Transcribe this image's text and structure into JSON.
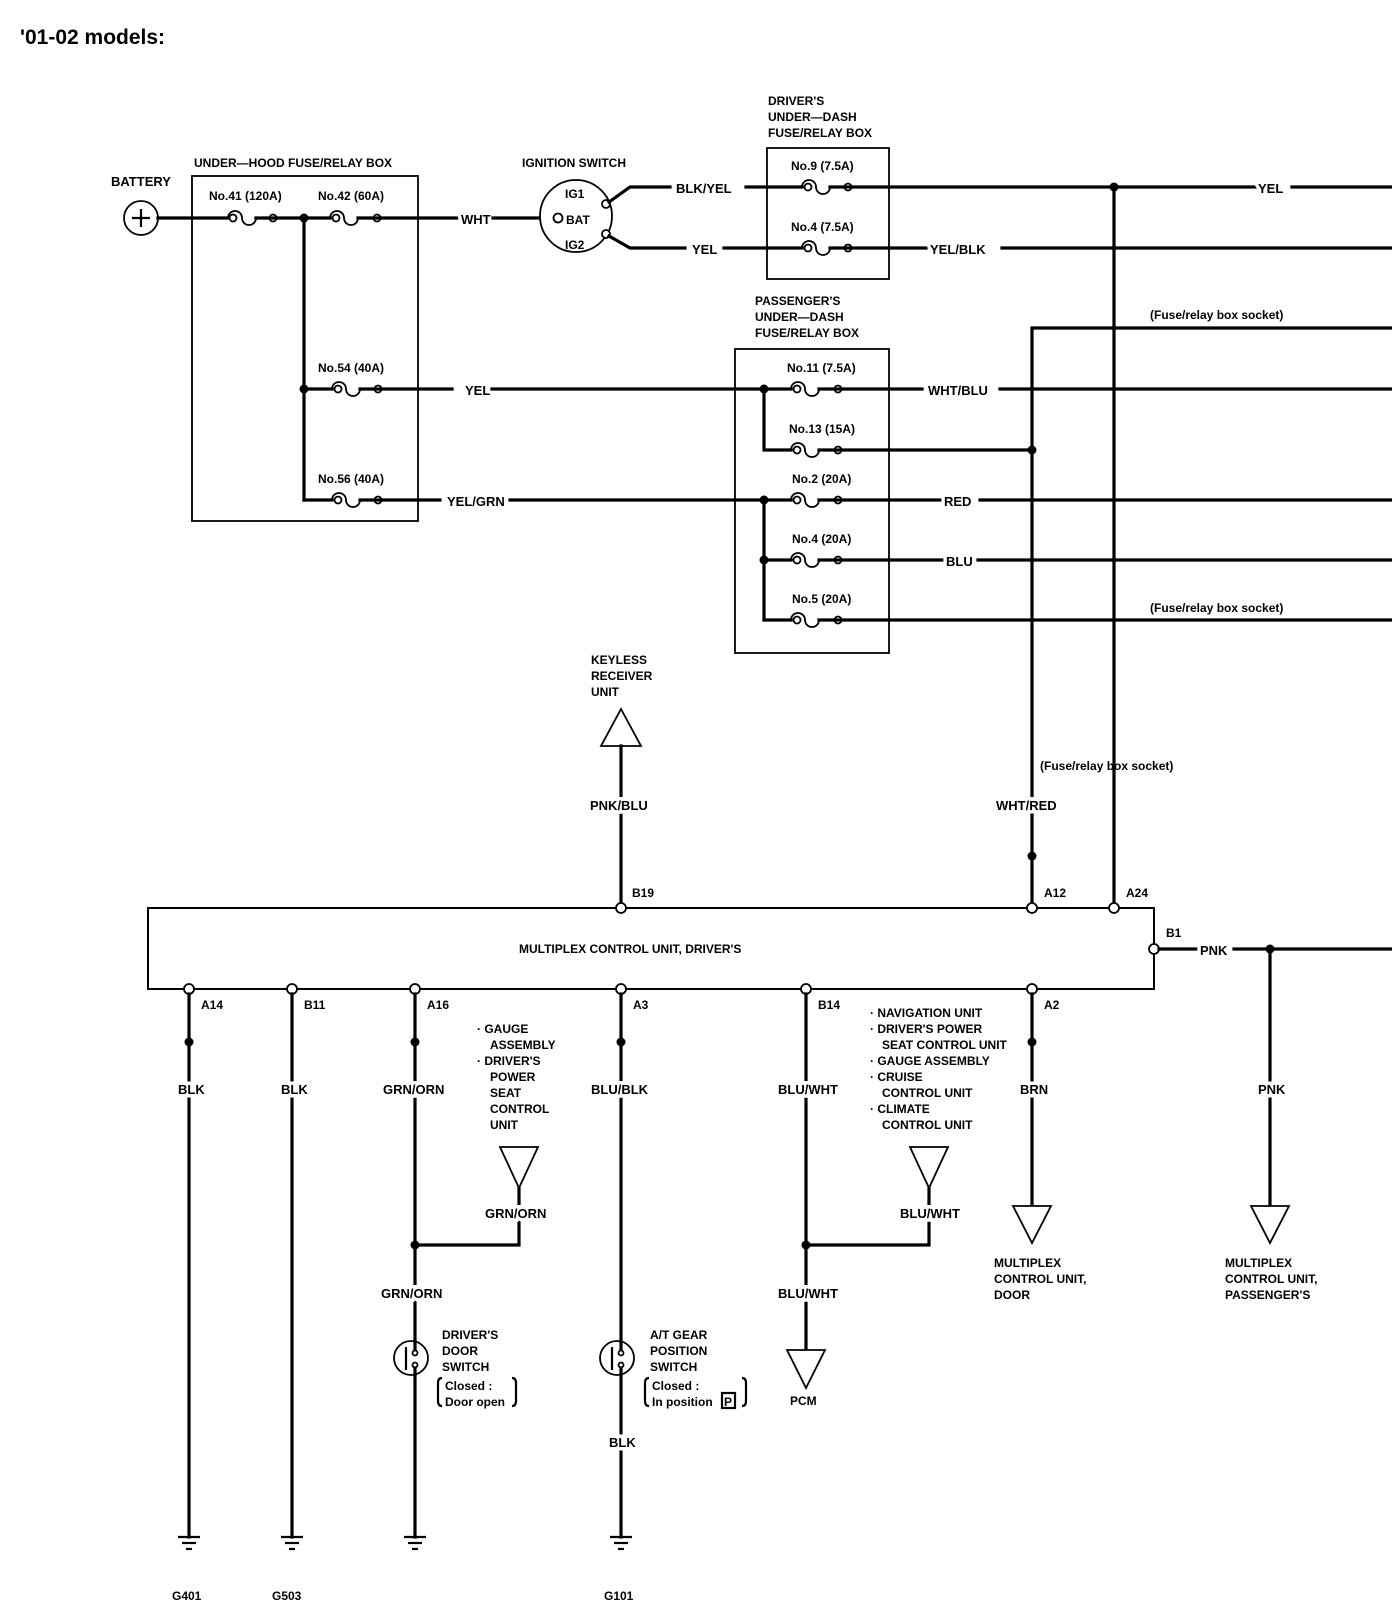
{
  "title": "'01-02 models:",
  "labels": {
    "battery": "BATTERY",
    "underhood": "UNDER—HOOD FUSE/RELAY BOX",
    "ignition": "IGNITION SWITCH",
    "ig1": "IG1",
    "bat": "BAT",
    "ig2": "IG2",
    "drivers_dash": [
      "DRIVER'S",
      "UNDER—DASH",
      "FUSE/RELAY BOX"
    ],
    "pass_dash": [
      "PASSENGER'S",
      "UNDER—DASH",
      "FUSE/RELAY BOX"
    ],
    "keyless": [
      "KEYLESS",
      "RECEIVER",
      "UNIT"
    ],
    "mcu": "MULTIPLEX CONTROL UNIT, DRIVER'S",
    "socket": "(Fuse/relay box socket)",
    "gauge_list": [
      "· GAUGE",
      "ASSEMBLY",
      "· DRIVER'S",
      "POWER",
      "SEAT",
      "CONTROL",
      "UNIT"
    ],
    "nav_list": [
      "· NAVIGATION UNIT",
      "· DRIVER'S POWER",
      "SEAT CONTROL UNIT",
      "· GAUGE ASSEMBLY",
      "· CRUISE",
      "CONTROL UNIT",
      "· CLIMATE",
      "CONTROL UNIT"
    ],
    "mcu_door": [
      "MULTIPLEX",
      "CONTROL UNIT,",
      "DOOR"
    ],
    "mcu_pass": [
      "MULTIPLEX",
      "CONTROL UNIT,",
      "PASSENGER'S"
    ],
    "pcm": "PCM",
    "door_switch": [
      "DRIVER'S",
      "DOOR",
      "SWITCH"
    ],
    "door_closed": [
      "Closed :",
      "Door open"
    ],
    "gear_switch": [
      "A/T GEAR",
      "POSITION",
      "SWITCH"
    ],
    "gear_closed": [
      "Closed :",
      "In position"
    ],
    "gear_pos": "P"
  },
  "fuses": {
    "f41": "No.41 (120A)",
    "f42": "No.42 (60A)",
    "f54": "No.54 (40A)",
    "f56": "No.56 (40A)",
    "d9": "No.9 (7.5A)",
    "d4": "No.4 (7.5A)",
    "p11": "No.11 (7.5A)",
    "p13": "No.13 (15A)",
    "p2": "No.2 (20A)",
    "p4": "No.4 (20A)",
    "p5": "No.5 (20A)"
  },
  "wires": {
    "wht": "WHT",
    "blk_yel": "BLK/YEL",
    "yel_ig2": "YEL",
    "yel_right": "YEL",
    "yel_blk": "YEL/BLK",
    "yel_54": "YEL",
    "wht_blu": "WHT/BLU",
    "yel_grn": "YEL/GRN",
    "red": "RED",
    "blu": "BLU",
    "pnk_blu": "PNK/BLU",
    "wht_red": "WHT/RED",
    "pnk_b1": "PNK",
    "pnk_down": "PNK",
    "blk_a14": "BLK",
    "blk_b11": "BLK",
    "grn_orn_1": "GRN/ORN",
    "grn_orn_2": "GRN/ORN",
    "grn_orn_3": "GRN/ORN",
    "blu_blk": "BLU/BLK",
    "blu_wht_1": "BLU/WHT",
    "blu_wht_2": "BLU/WHT",
    "blu_wht_3": "BLU/WHT",
    "brn": "BRN",
    "blk_gear": "BLK"
  },
  "terminals": {
    "b19": "B19",
    "a12": "A12",
    "a24": "A24",
    "b1": "B1",
    "a14": "A14",
    "b11": "B11",
    "a16": "A16",
    "a3": "A3",
    "b14": "B14",
    "a2": "A2"
  },
  "grounds": {
    "g401": "G401",
    "g503": "G503",
    "g101": "G101"
  }
}
